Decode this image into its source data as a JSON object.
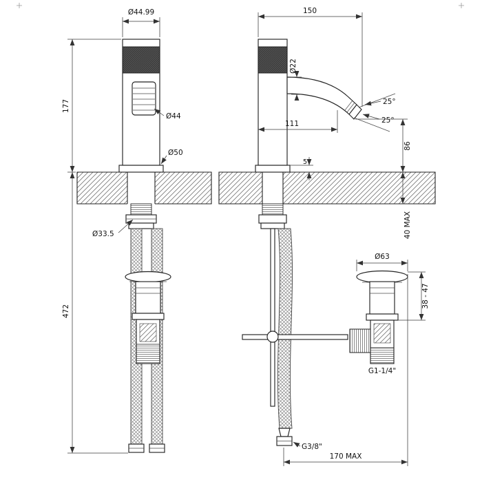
{
  "style": {
    "ink": "#2a2a2a",
    "background": "#ffffff",
    "hatch": "#6b6b6b"
  },
  "dims": {
    "cartridge_dia": "Ø44.99",
    "height_above_deck": "177",
    "body_dia": "Ø44",
    "base_dia": "Ø50",
    "shank_hole_dia": "Ø33.5",
    "hose_drop": "472",
    "overall_depth": "150",
    "spout_tube_dia": "Ø22",
    "angle_upper": "25°",
    "angle_lower": "25°",
    "spout_reach": "111",
    "outlet_height": "86",
    "base_plate_thickness": "5",
    "deck_thickness_max": "40 MAX",
    "waste_cap_dia": "Ø63",
    "waste_height_range": "38 - 47",
    "waste_thread": "G1-1/4\"",
    "supply_thread": "G3/8\"",
    "side_clearance_max": "170 MAX"
  }
}
